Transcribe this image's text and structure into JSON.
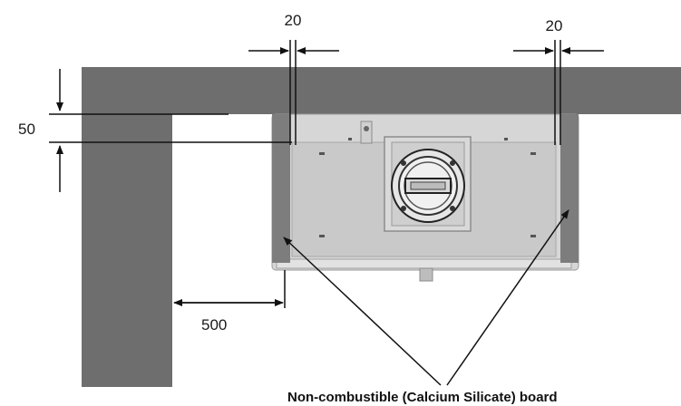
{
  "dimensions": {
    "left_gap": "20",
    "right_gap": "20",
    "height_gap": "50",
    "side_clearance": "500"
  },
  "caption": "Non-combustible (Calcium Silicate) board",
  "colors": {
    "ceiling": "#6e6e6e",
    "board": "#7d7d7d",
    "unit_body": "#d4d4d4",
    "unit_face": "#c8c8c8",
    "line": "#111111"
  }
}
